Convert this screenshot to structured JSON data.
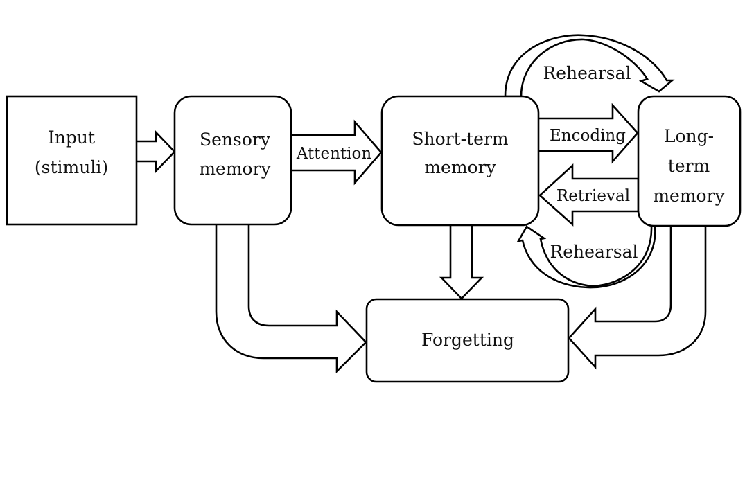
{
  "diagram": {
    "title": "Memory model flow",
    "colors": {
      "stroke": "#000000",
      "fill": "#ffffff",
      "text": "#111111"
    },
    "nodes": {
      "input": {
        "lines": [
          "Input",
          "(stimuli)"
        ]
      },
      "sensory": {
        "lines": [
          "Sensory",
          "memory"
        ]
      },
      "short_term": {
        "lines": [
          "Short-term",
          "memory"
        ]
      },
      "long_term": {
        "lines": [
          "Long-",
          "term",
          "memory"
        ]
      },
      "forgetting": {
        "lines": [
          "Forgetting"
        ]
      }
    },
    "edges": {
      "input_to_sensory": {
        "from": "Input (stimuli)",
        "to": "Sensory memory",
        "label": ""
      },
      "attention": {
        "from": "Sensory memory",
        "to": "Short-term memory",
        "label": "Attention"
      },
      "encoding": {
        "from": "Short-term memory",
        "to": "Long-term memory",
        "label": "Encoding"
      },
      "retrieval": {
        "from": "Long-term memory",
        "to": "Short-term memory",
        "label": "Retrieval"
      },
      "rehearsal_top": {
        "from": "Short-term memory",
        "to": "Long-term memory",
        "label": "Rehearsal"
      },
      "rehearsal_bottom": {
        "from": "Long-term memory",
        "to": "Short-term memory",
        "label": "Rehearsal"
      },
      "sensory_forget": {
        "from": "Sensory memory",
        "to": "Forgetting",
        "label": ""
      },
      "short_forget": {
        "from": "Short-term memory",
        "to": "Forgetting",
        "label": ""
      },
      "long_forget": {
        "from": "Long-term memory",
        "to": "Forgetting",
        "label": ""
      }
    }
  }
}
